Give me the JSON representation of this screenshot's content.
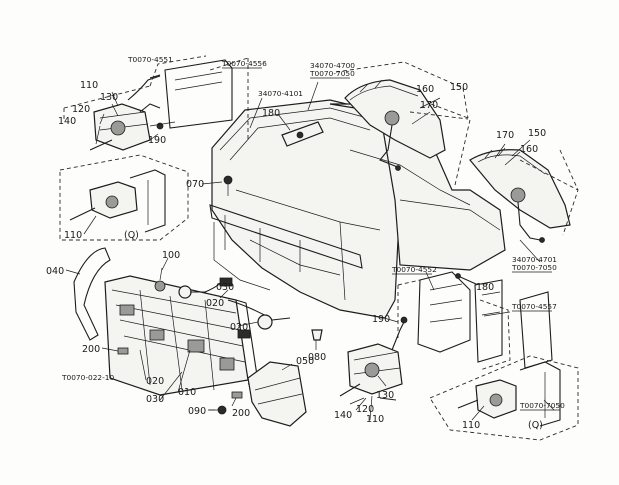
{
  "diagram": {
    "labels": {
      "t0070_4551": "T0070-4551",
      "t0070_4556": "T0070-4556",
      "p34070_4700": "34070-4700",
      "t0070_7050_top": "T0070-7050",
      "p34070_4101": "34070-4101",
      "n150_a": "150",
      "n160_a": "160",
      "n170_a": "170",
      "n170_b": "170",
      "n150_b": "150",
      "n160_b": "160",
      "n110_a": "110",
      "n130_a": "130",
      "n120_a": "120",
      "n140_a": "140",
      "n190_a": "190",
      "n180_a": "180",
      "n070": "070",
      "n110_q1": "110",
      "q1": "(Q)",
      "n040": "040",
      "n100": "100",
      "n020_a": "020",
      "n030_a": "030",
      "n020_b": "020",
      "n200_a": "200",
      "t0070_022_10": "T0070-022-10",
      "n020_c": "020",
      "n010": "010",
      "n030_b": "030",
      "n050": "050",
      "n080": "080",
      "n090": "090",
      "n200_b": "200",
      "t0070_4552": "T0070-4552",
      "n180_b": "180",
      "p34070_4701": "34070-4701",
      "t0070_7050_mid": "T0070-7050",
      "t0070_4557": "T0070-4557",
      "n190_b": "190",
      "n130_b": "130",
      "n120_b": "120",
      "n140_b": "140",
      "n110_b": "110",
      "n110_q2": "110",
      "t0070_7050_low": "T0070-7050",
      "q2": "(Q)"
    }
  }
}
